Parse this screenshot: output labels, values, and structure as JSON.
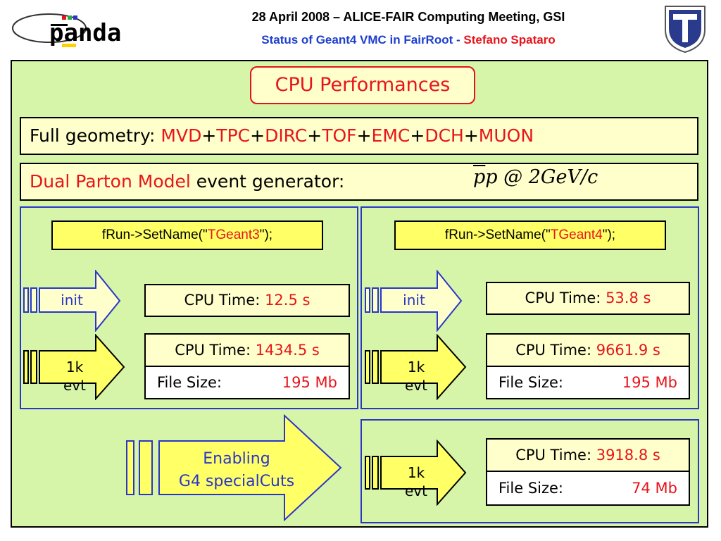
{
  "header": {
    "line1": "28 April 2008 – ALICE-FAIR Computing Meeting, GSI",
    "line2_prefix": "Status of Geant4 VMC in FairRoot - ",
    "line2_author": "Stefano Spataro",
    "logo_text": "panda"
  },
  "title": "CPU Performances",
  "geometry": {
    "label": "Full geometry: ",
    "parts": [
      "MVD",
      "+",
      "TPC",
      "+",
      "DIRC",
      "+",
      "TOF",
      "+",
      "EMC",
      "+",
      "DCH",
      "+",
      "MUON"
    ]
  },
  "generator": {
    "model": "Dual Parton Model",
    "label": " event generator:",
    "formula_p": "p",
    "formula_rest": "p @ 2GeV/c"
  },
  "left": {
    "code_prefix": "fRun->SetName(\"",
    "code_value": "TGeant3",
    "code_suffix": "\");",
    "init_label": "init",
    "init_cpu_label": "CPU Time: ",
    "init_cpu_value": "12.5 s",
    "evt_label1": "1k",
    "evt_label2": "evt",
    "evt_cpu_label": "CPU Time: ",
    "evt_cpu_value": "1434.5 s",
    "file_label": "File Size:",
    "file_value": "195 Mb"
  },
  "right": {
    "code_prefix": "fRun->SetName(\"",
    "code_value": "TGeant4",
    "code_suffix": "\");",
    "init_label": "init",
    "init_cpu_label": "CPU Time: ",
    "init_cpu_value": "53.8 s",
    "evt_label1": "1k",
    "evt_label2": "evt",
    "evt_cpu_label": "CPU Time: ",
    "evt_cpu_value": "9661.9 s",
    "file_label": "File Size:",
    "file_value": "195 Mb"
  },
  "cuts": {
    "arrow_line1": "Enabling",
    "arrow_line2": "G4 specialCuts",
    "evt_label1": "1k",
    "evt_label2": "evt",
    "evt_cpu_label": "CPU Time: ",
    "evt_cpu_value": "3918.8 s",
    "file_label": "File Size:",
    "file_value": "74 Mb"
  },
  "colors": {
    "panel_bg": "#d6f5a8",
    "accent_red": "#e8141b",
    "accent_blue": "#2a36c8",
    "box_yellow": "#ffffcc",
    "code_yellow": "#ffff66"
  }
}
